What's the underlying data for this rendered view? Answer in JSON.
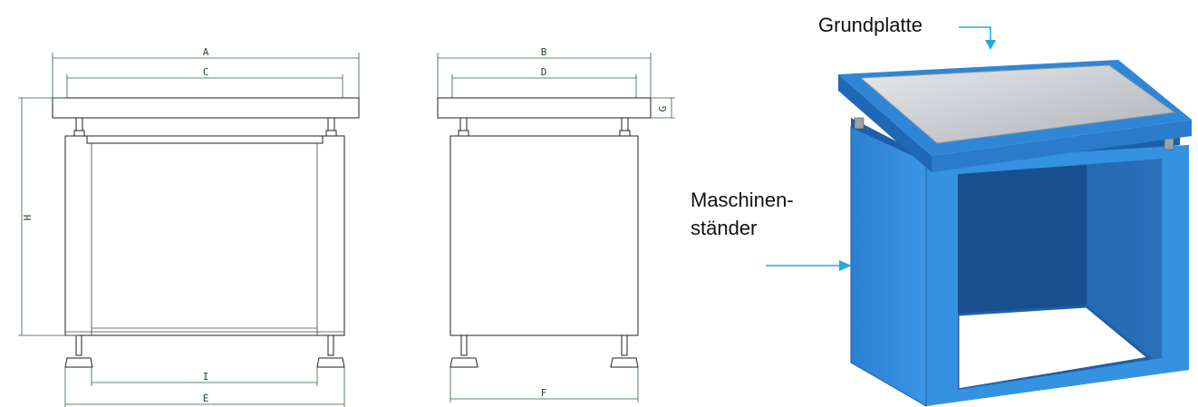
{
  "dimensions": {
    "a": "A",
    "b": "B",
    "c": "C",
    "d": "D",
    "e": "E",
    "f": "F",
    "g": "G",
    "h": "H",
    "i": "I"
  },
  "labels": {
    "base_plate": "Grundplatte",
    "stand_line1": "Maschinen-",
    "stand_line2": "ständer"
  },
  "colors": {
    "accent_arrow": "#29a8e0",
    "stand_blue": "#2f86d6",
    "dimension_line": "#2f5f3a",
    "plate_grey": "#cfd3d8"
  }
}
